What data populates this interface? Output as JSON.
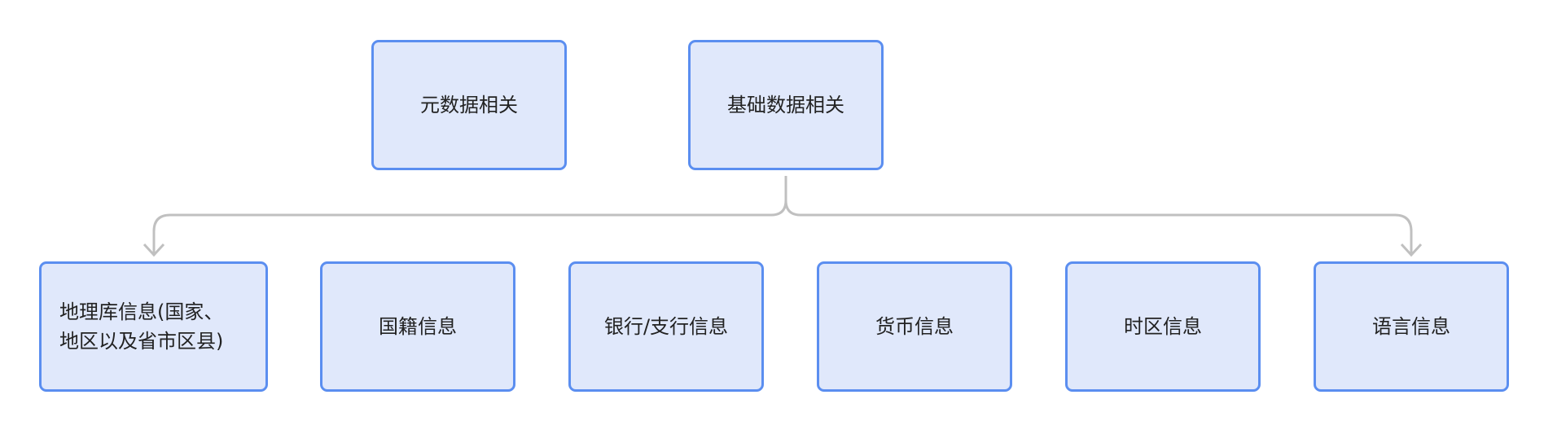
{
  "nodes": {
    "meta": "元数据相关",
    "base": "基础数据相关",
    "geo": [
      "地理库信息(国家、",
      "地区以及省市区县)"
    ],
    "nation": "国籍信息",
    "bank": "银行/支行信息",
    "currency": "货币信息",
    "timezone": "时区信息",
    "language": "语言信息"
  },
  "colors": {
    "node_fill": "#e0e8fb",
    "node_border": "#5b8ef0",
    "connector": "#c0c0c0",
    "text": "#222222"
  }
}
